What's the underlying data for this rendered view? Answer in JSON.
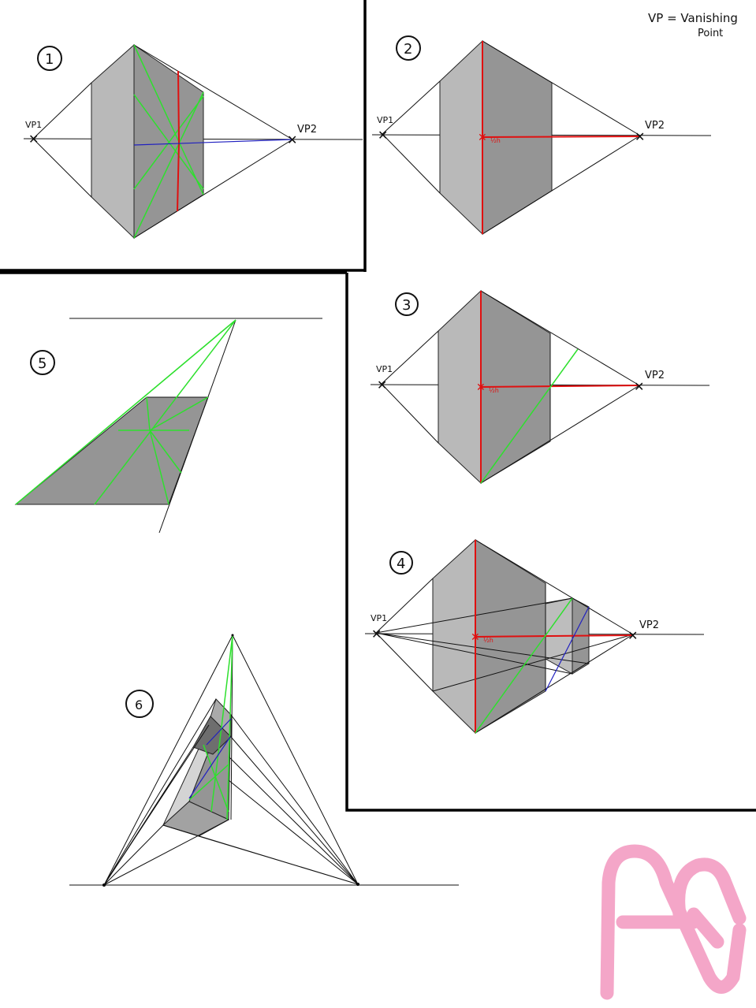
{
  "legend": {
    "line1": "VP = Vanishing",
    "line2": "Point"
  },
  "labels": {
    "vp1": "VP1",
    "vp2": "VP2",
    "half": "½h"
  },
  "steps": [
    "1",
    "2",
    "3",
    "4",
    "5",
    "6"
  ],
  "colors": {
    "construction_green": "#2ee02e",
    "measure_red": "#e01010",
    "guide_blue": "#2020c0",
    "logo_pink": "#f4a6c8",
    "face_light": "#b9b9b9",
    "face_dark": "#959595"
  },
  "logo": {
    "icon": "pink-monogram-logo"
  }
}
